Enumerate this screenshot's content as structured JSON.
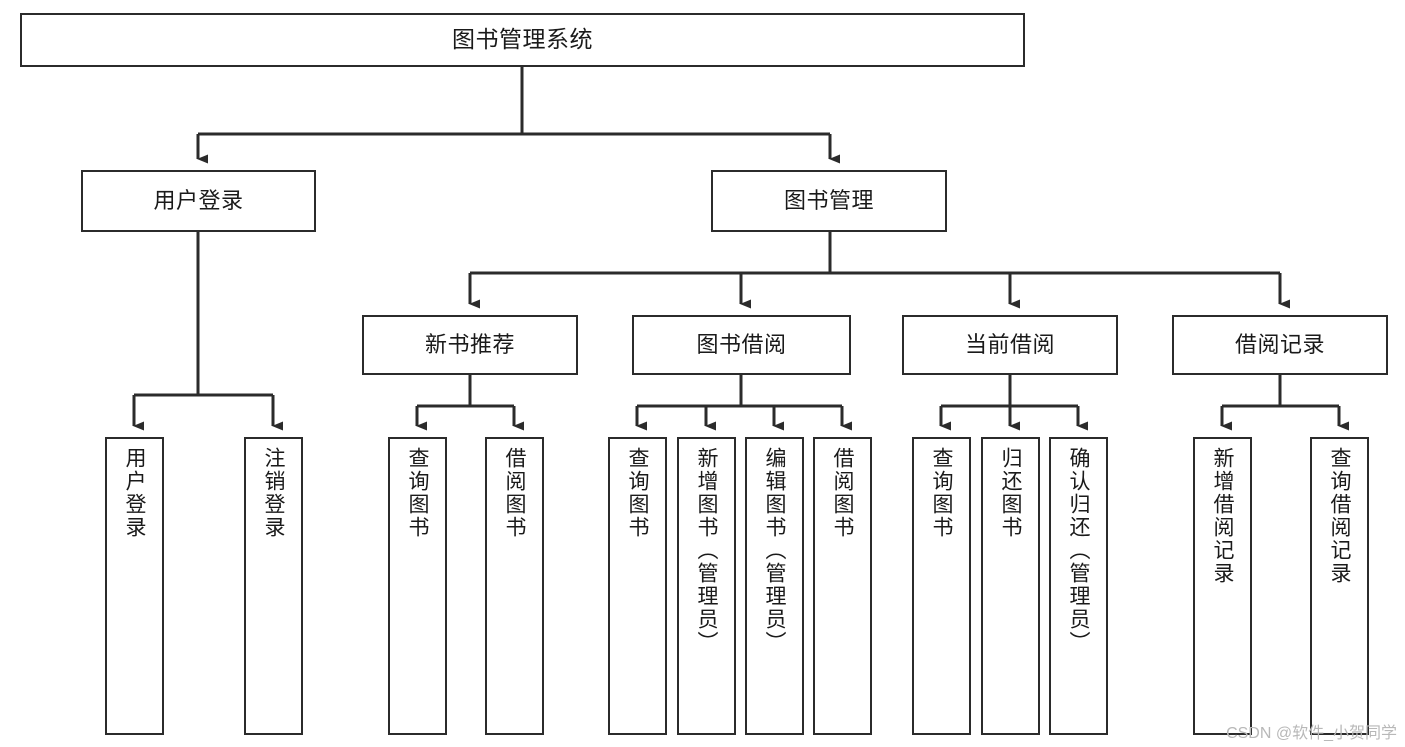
{
  "diagram": {
    "title": "图书管理系统",
    "type": "tree-hierarchy-chart",
    "watermark": "CSDN @软件_小贺同学",
    "colors": {
      "box_border": "#2b2b2b",
      "box_fill": "#ffffff",
      "connector": "#2b2b2b",
      "text": "#1a1a1a",
      "watermark": "#b8b8b8",
      "background": "#ffffff"
    },
    "levels": {
      "root": {
        "label": "图书管理系统"
      },
      "level2": [
        {
          "label": "用户登录"
        },
        {
          "label": "图书管理"
        }
      ],
      "level3": [
        {
          "label": "新书推荐"
        },
        {
          "label": "图书借阅"
        },
        {
          "label": "当前借阅"
        },
        {
          "label": "借阅记录"
        }
      ],
      "leaves": [
        {
          "label": "用户登录",
          "parent": "用户登录"
        },
        {
          "label": "注销登录",
          "parent": "用户登录"
        },
        {
          "label": "查询图书",
          "parent": "新书推荐"
        },
        {
          "label": "借阅图书",
          "parent": "新书推荐"
        },
        {
          "label": "查询图书",
          "parent": "图书借阅"
        },
        {
          "label": "新增图书（管理员）",
          "parent": "图书借阅"
        },
        {
          "label": "编辑图书（管理员）",
          "parent": "图书借阅"
        },
        {
          "label": "借阅图书",
          "parent": "图书借阅"
        },
        {
          "label": "查询图书",
          "parent": "当前借阅"
        },
        {
          "label": "归还图书",
          "parent": "当前借阅"
        },
        {
          "label": "确认归还（管理员）",
          "parent": "当前借阅"
        },
        {
          "label": "新增借阅记录",
          "parent": "借阅记录"
        },
        {
          "label": "查询借阅记录",
          "parent": "借阅记录"
        }
      ]
    }
  }
}
